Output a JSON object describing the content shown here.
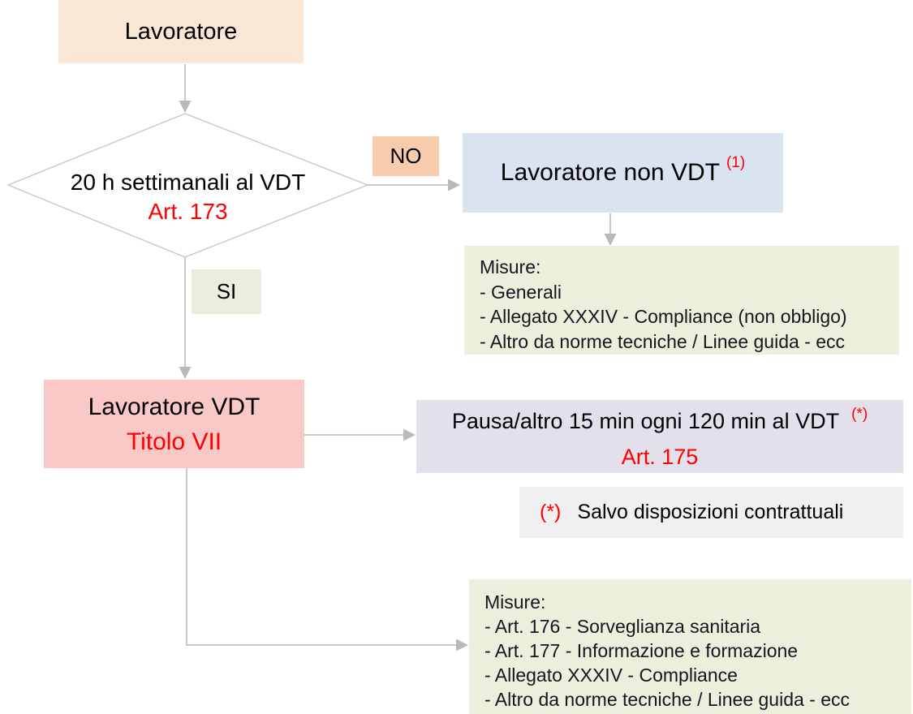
{
  "colors": {
    "peach_light": "#fae6d4",
    "peach": "#f8cbad",
    "light_blue": "#dae3f0",
    "light_green": "#eaf0dc",
    "si_green": "#eaeedf",
    "pink": "#fac9c7",
    "lavender": "#e3dfeb",
    "note_gray": "#f0eff1",
    "connector_gray": "#c9c9c9",
    "arrowhead_gray": "#b9b9b9",
    "accent_red": "#fe0000",
    "measures_text": "#15151f"
  },
  "flow": {
    "worker": {
      "label": "Lavoratore"
    },
    "decision": {
      "question": "20 h settimanali al VDT",
      "article": "Art. 173"
    },
    "branch_no": {
      "label": "NO"
    },
    "branch_si": {
      "label": "SI"
    },
    "worker_non_vdt": {
      "label": "Lavoratore non VDT",
      "footnote": "(1)"
    },
    "measures_non_vdt": {
      "title": "Misure:",
      "items": [
        "- Generali",
        "- Allegato XXXIV - Compliance (non obbligo)",
        "- Altro da norme tecniche / Linee guida - ecc"
      ]
    },
    "worker_vdt": {
      "label": "Lavoratore VDT",
      "article": "Titolo VII"
    },
    "pause_rule": {
      "text": "Pausa/altro 15 min ogni 120 min al VDT",
      "footnote": "(*)",
      "article": "Art. 175"
    },
    "footnote_box": {
      "marker": "(*)",
      "text": "Salvo disposizioni contrattuali"
    },
    "measures_vdt": {
      "title": "Misure:",
      "items": [
        "- Art. 176 - Sorveglianza sanitaria",
        "- Art. 177 - Informazione e formazione",
        "- Allegato XXXIV - Compliance",
        "- Altro da norme tecniche / Linee guida - ecc"
      ]
    }
  }
}
